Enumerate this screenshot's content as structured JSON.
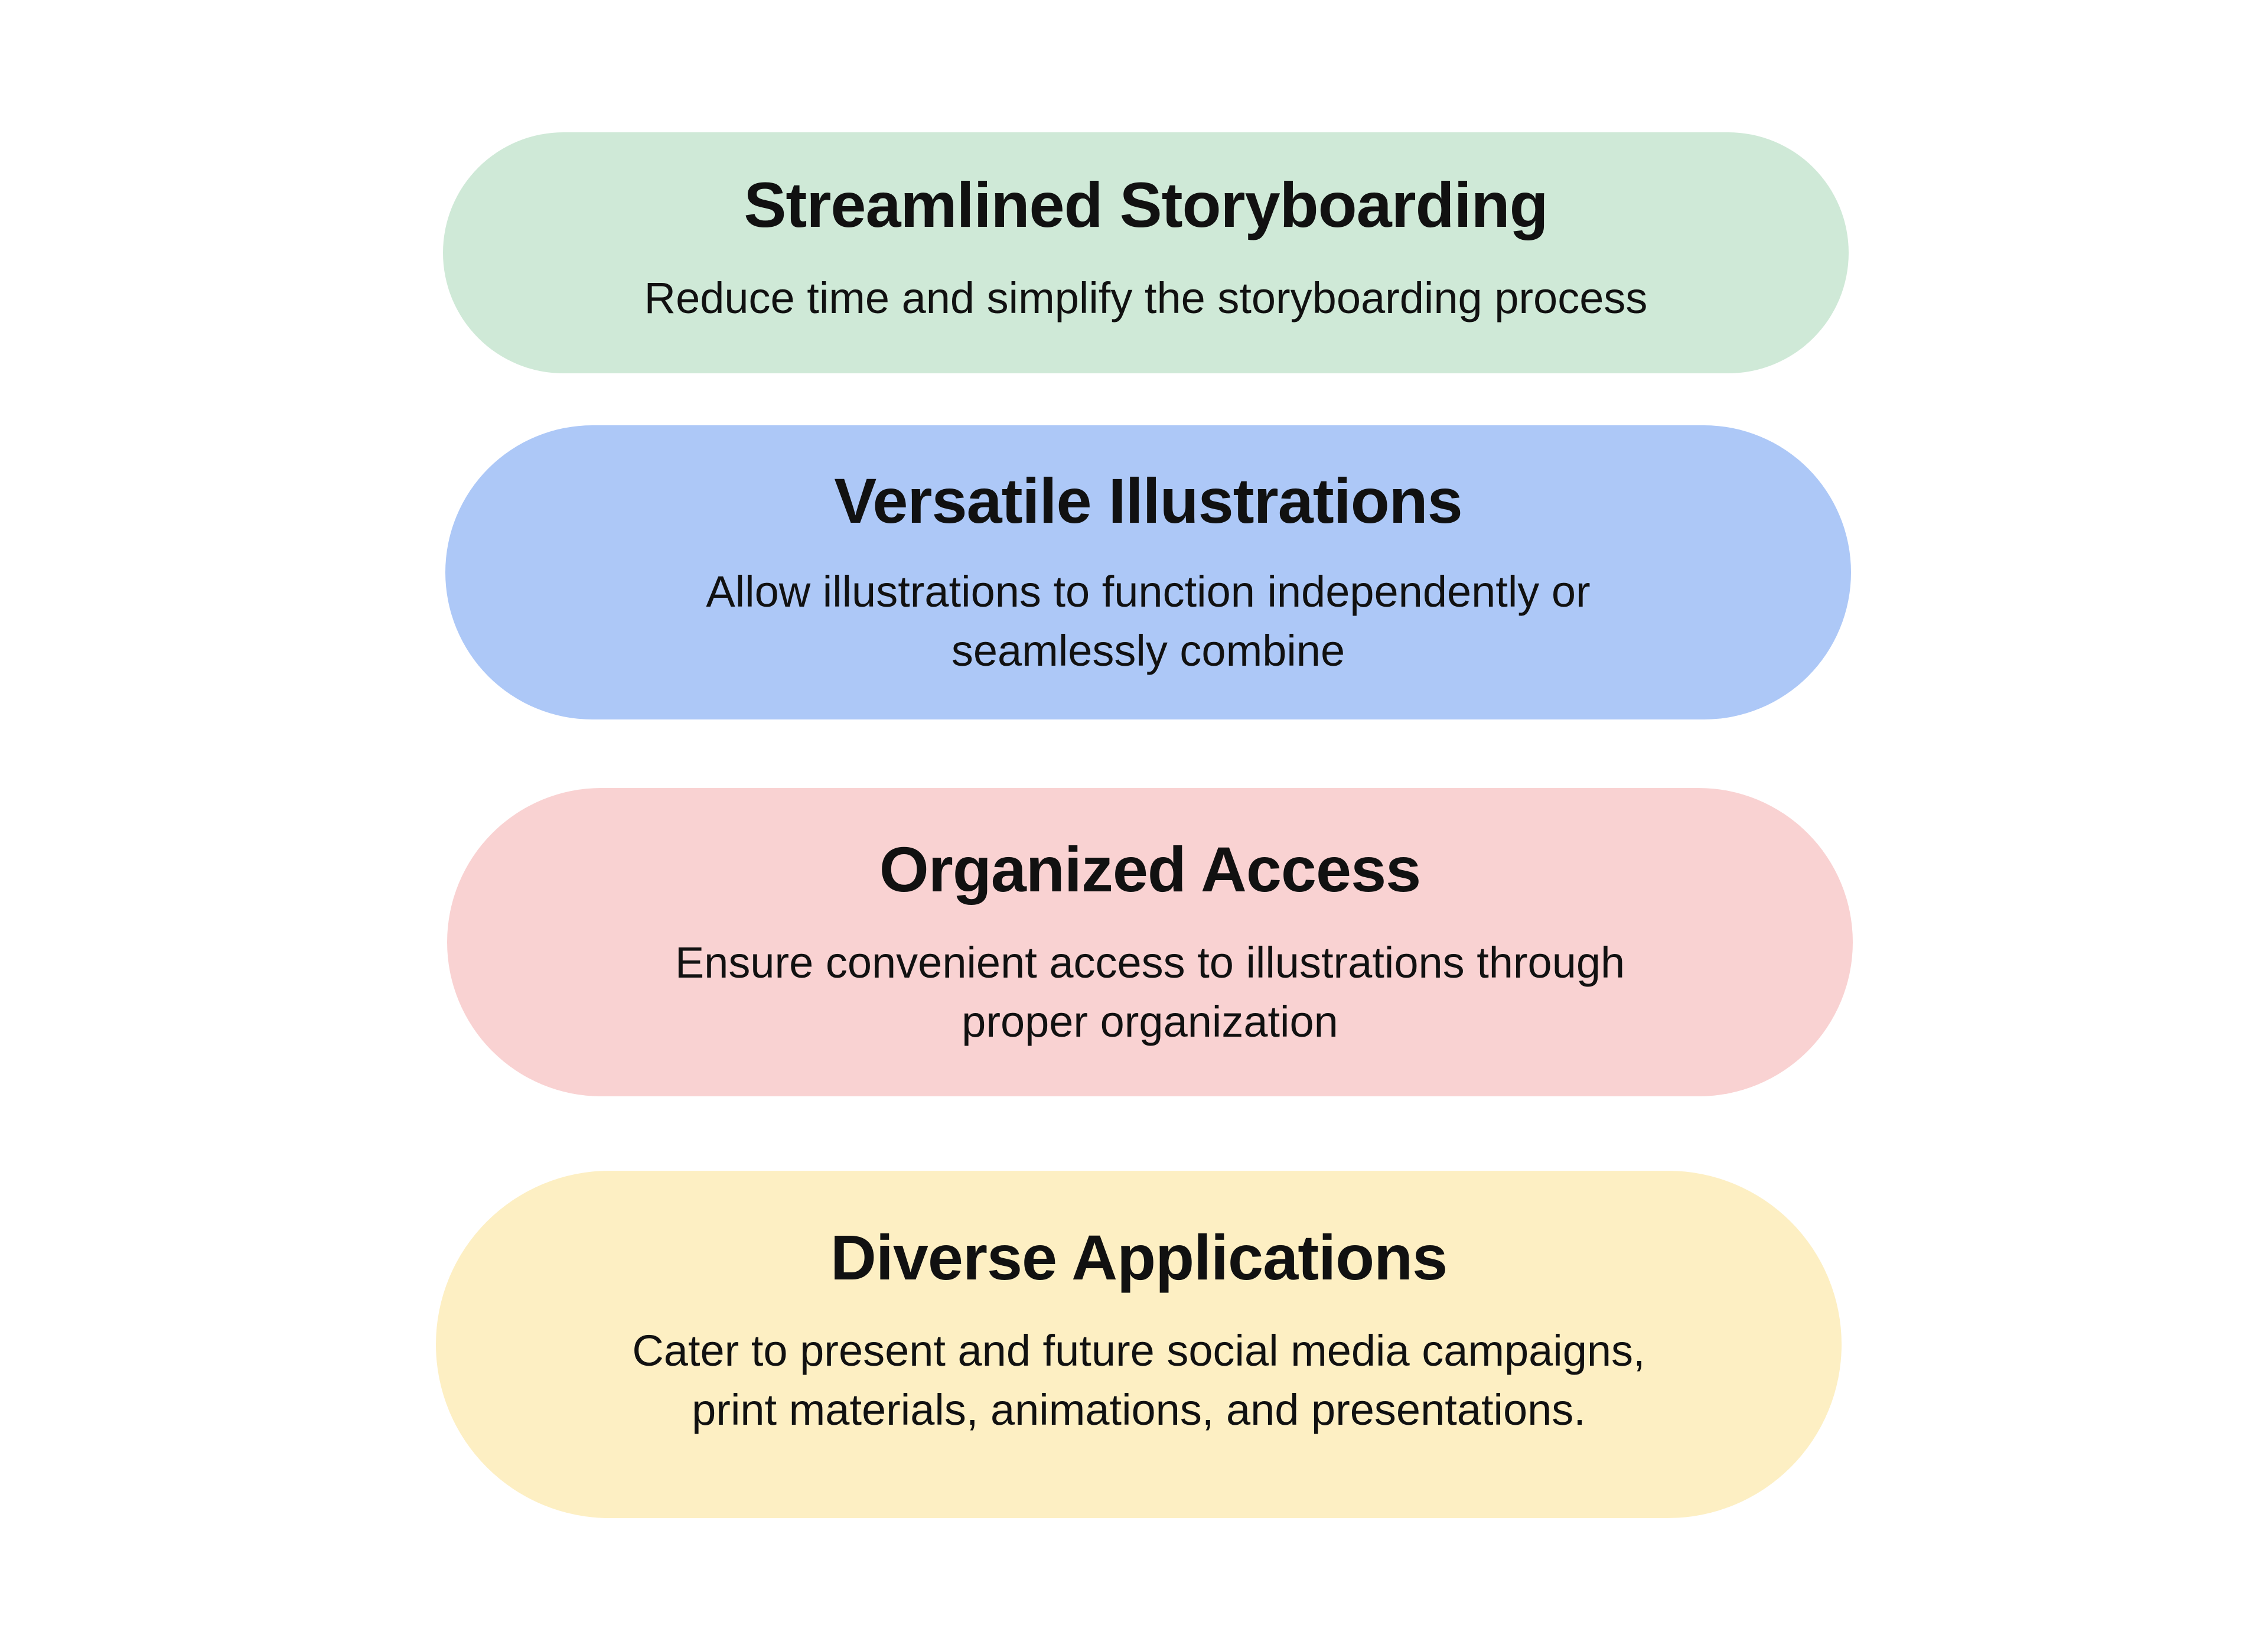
{
  "items": [
    {
      "title": "Streamlined Storyboarding",
      "description": "Reduce time and simplify the storyboarding process",
      "color": "#cfe9d7"
    },
    {
      "title": "Versatile Illustrations",
      "description": "Allow illustrations to function independently or\nseamlessly combine",
      "color": "#adc8f7"
    },
    {
      "title": "Organized Access",
      "description": "Ensure convenient  access to illustrations through\nproper organization",
      "color": "#f9d2d2"
    },
    {
      "title": "Diverse Applications",
      "description": "Cater to present and future social media campaigns,\nprint materials, animations, and presentations.",
      "color": "#fdefc3"
    }
  ]
}
